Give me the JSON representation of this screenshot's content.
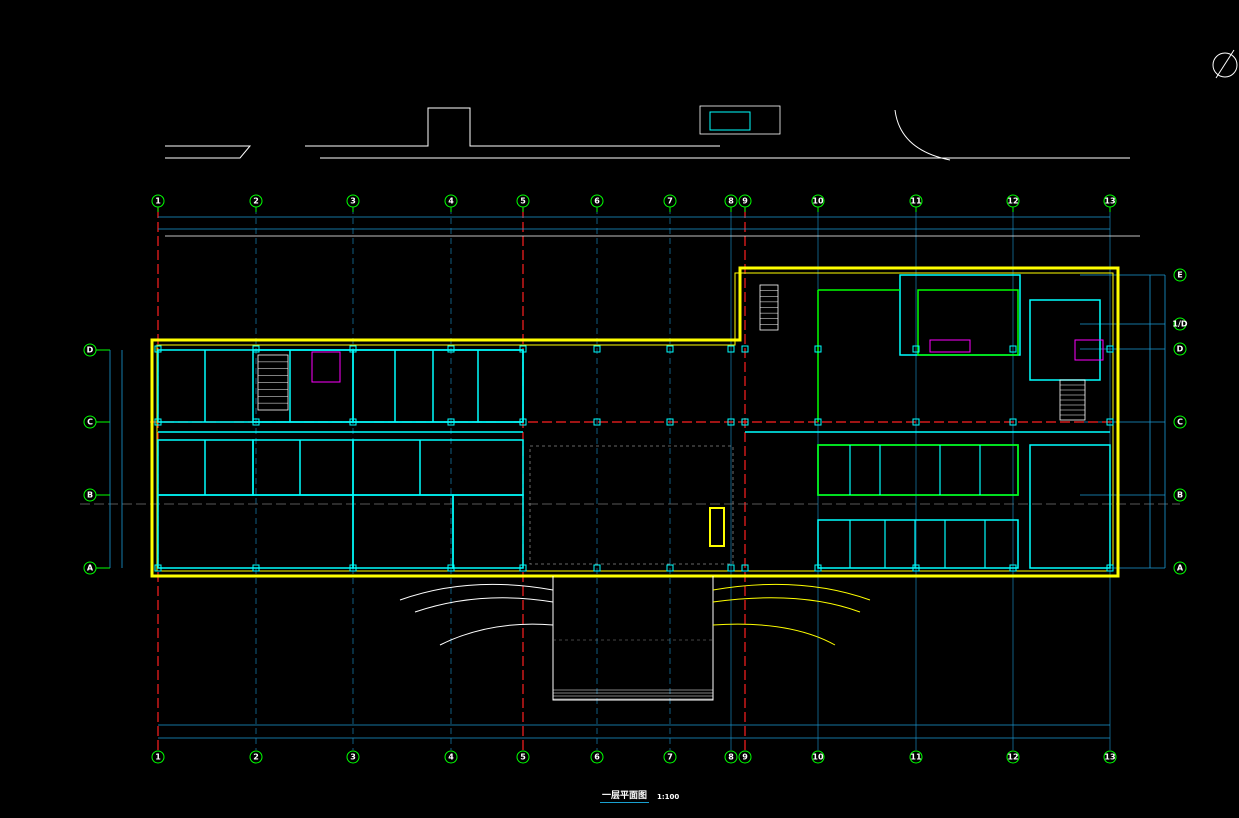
{
  "drawing": {
    "title": "一层平面图",
    "scale": "1:100",
    "columns": [
      "1",
      "2",
      "3",
      "4",
      "5",
      "6",
      "7",
      "8",
      "9",
      "10",
      "11",
      "12",
      "13"
    ],
    "rows_right": [
      "E",
      "1/D",
      "D",
      "C",
      "B",
      "A"
    ],
    "rows_left": [
      "D",
      "C",
      "B",
      "A"
    ],
    "north_icon": "north-arrow-icon",
    "colors": {
      "wall": "#ffff00",
      "partition": "#00ffff",
      "grid": "#1a9ad6",
      "axis": "#ff2020",
      "bubble": "#00ff00",
      "annot": "#ff00ff",
      "text": "#ffffff"
    }
  }
}
